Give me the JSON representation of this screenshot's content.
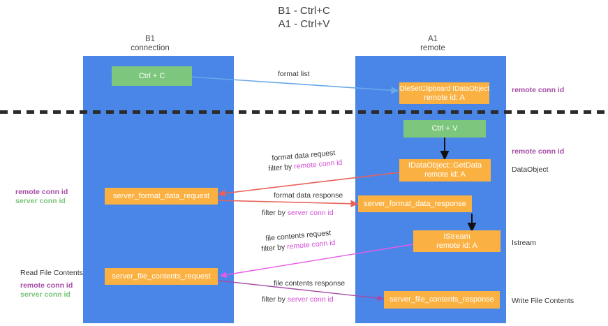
{
  "diagram": {
    "title_line1": "B1 - Ctrl+C",
    "title_line2": "A1 - Ctrl+V",
    "columns": [
      {
        "name": "B1",
        "role": "connection"
      },
      {
        "name": "A1",
        "role": "remote"
      }
    ],
    "colors": {
      "lane": "#4a86e8",
      "green_box": "#7dc67d",
      "orange_box": "#fbb141",
      "purple_text": "#a64ca6",
      "green_text": "#76c47a",
      "magenta_text": "#d44bd4",
      "blue_arrow": "#6aa8e8",
      "red_arrow": "#e8625a",
      "pink_arrow": "#e85ae8",
      "purple_arrow": "#a64ca6",
      "black_arrow": "#111111",
      "divider": "#2b2b2b"
    },
    "boxes": [
      {
        "id": "ctrl-c",
        "kind": "green",
        "lines": [
          "Ctrl + C"
        ]
      },
      {
        "id": "set-dataobject",
        "kind": "orange",
        "lines": [
          "OleSetClipboard IDataObject",
          "remote id: A"
        ]
      },
      {
        "id": "ctrl-v",
        "kind": "green",
        "lines": [
          "Ctrl + V"
        ]
      },
      {
        "id": "getdata",
        "kind": "orange",
        "lines": [
          "IDataObject::GetData",
          "remote id: A"
        ]
      },
      {
        "id": "server-format-data-request",
        "kind": "orange",
        "lines": [
          "server_format_data_request"
        ]
      },
      {
        "id": "server-format-data-response",
        "kind": "orange",
        "lines": [
          "server_format_data_response"
        ]
      },
      {
        "id": "istream",
        "kind": "orange",
        "lines": [
          "IStream",
          "remote id: A"
        ]
      },
      {
        "id": "server-file-contents-request",
        "kind": "orange",
        "lines": [
          "server_file_contents_request"
        ]
      },
      {
        "id": "server-file-contents-response",
        "kind": "orange",
        "lines": [
          "server_file_contents_response"
        ]
      }
    ],
    "flow_labels": {
      "format_list": "format list",
      "format_data_request": "format data request",
      "format_data_request_filter_prefix": "filter by ",
      "format_data_request_filter_key": "remote conn id",
      "format_data_response": "format data response",
      "format_data_response_filter_prefix": "filter by ",
      "format_data_response_filter_key": "server conn id",
      "file_contents_request": "file contents request",
      "file_contents_request_filter_prefix": "filter by ",
      "file_contents_request_filter_key": "remote conn id",
      "file_contents_response": "file contents response",
      "file_contents_response_filter_prefix": "filter by ",
      "file_contents_response_filter_key": "server conn id"
    },
    "side_labels": {
      "right_top_remote_conn_id": "remote conn id",
      "right_mid_remote_conn_id": "remote conn id",
      "right_dataobject": "DataObject",
      "right_istream": "Istream",
      "right_write_file_contents": "Write File Contents",
      "left_remote_conn_id": "remote conn id",
      "left_server_conn_id": "server conn id",
      "left_read_file_contents": "Read File Contents",
      "left_bottom_remote_conn_id": "remote conn id",
      "left_bottom_server_conn_id": "server conn id"
    }
  }
}
